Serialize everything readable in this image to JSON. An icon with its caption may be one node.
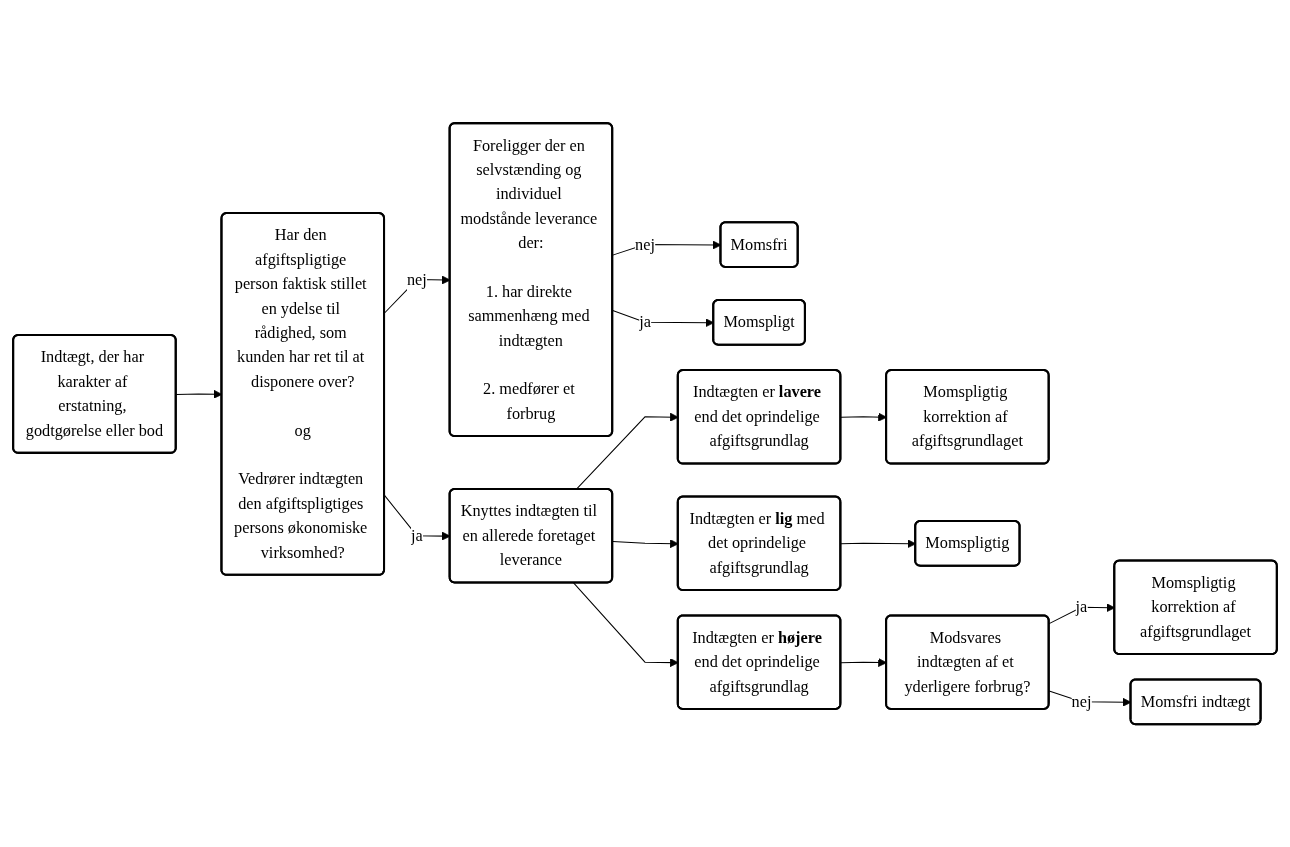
{
  "diagram": {
    "nodes": [
      {
        "text": [
          "Indtægt, der har karakter af erstatning, godtgørelse eller bod"
        ]
      },
      {
        "text": [
          "Har den afgiftspligtige person faktisk stillet en ydelse til rådighed, som kunden har ret til at disponere over?",
          "og",
          "Vedrører indtægten den afgiftspligtiges persons økonomiske virksomhed?"
        ]
      },
      {
        "text": [
          "Foreligger der en selvstænding og individuel modstånde leverance der:",
          "1. har direkte sammenhæng med indtægten",
          "2. medfører et forbrug"
        ]
      },
      {
        "text": [
          "Momsfri"
        ]
      },
      {
        "text": [
          "Momspligt"
        ]
      },
      {
        "text": [
          "Knyttes indtægten til en allerede foretaget leverance"
        ]
      },
      {
        "text": [
          "Indtægten er **lavere** end det oprindelige afgiftsgrundlag"
        ]
      },
      {
        "text": [
          "Momspligtig korrektion af afgiftsgrundlaget"
        ]
      },
      {
        "text": [
          "Indtægten er **lig** med det oprindelige afgiftsgrundlag"
        ]
      },
      {
        "text": [
          "Momspligtig"
        ]
      },
      {
        "text": [
          "Indtægten er **højere** end det oprindelige afgiftsgrundlag"
        ]
      },
      {
        "text": [
          "Modsvares indtægten af et yderligere forbrug?"
        ]
      },
      {
        "text": [
          "Momspligtig korrektion af afgiftsgrundlaget"
        ]
      },
      {
        "text": [
          "Momsfri indtægt"
        ]
      }
    ],
    "edges": [
      {
        "from": 0,
        "to": 1,
        "arrow": "to"
      },
      {
        "from": 1,
        "to": 2,
        "label": "nej",
        "arrow": "to"
      },
      {
        "from": 1,
        "to": 5,
        "label": "ja",
        "arrow": "to"
      },
      {
        "from": 2,
        "to": 3,
        "label": "nej",
        "arrow": "to"
      },
      {
        "from": 2,
        "to": 4,
        "label": "ja",
        "arrow": "to"
      },
      {
        "from": 5,
        "to": 6,
        "arrow": "to"
      },
      {
        "from": 5,
        "to": 8,
        "arrow": "to"
      },
      {
        "from": 5,
        "to": 10,
        "arrow": "to"
      },
      {
        "from": 6,
        "to": 7,
        "arrow": "to"
      },
      {
        "from": 8,
        "to": 9,
        "arrow": "to"
      },
      {
        "from": 10,
        "to": 11,
        "arrow": "to"
      },
      {
        "from": 11,
        "to": 12,
        "label": "ja",
        "arrow": "to"
      },
      {
        "from": 11,
        "to": 13,
        "label": "nej",
        "arrow": "to"
      }
    ]
  }
}
